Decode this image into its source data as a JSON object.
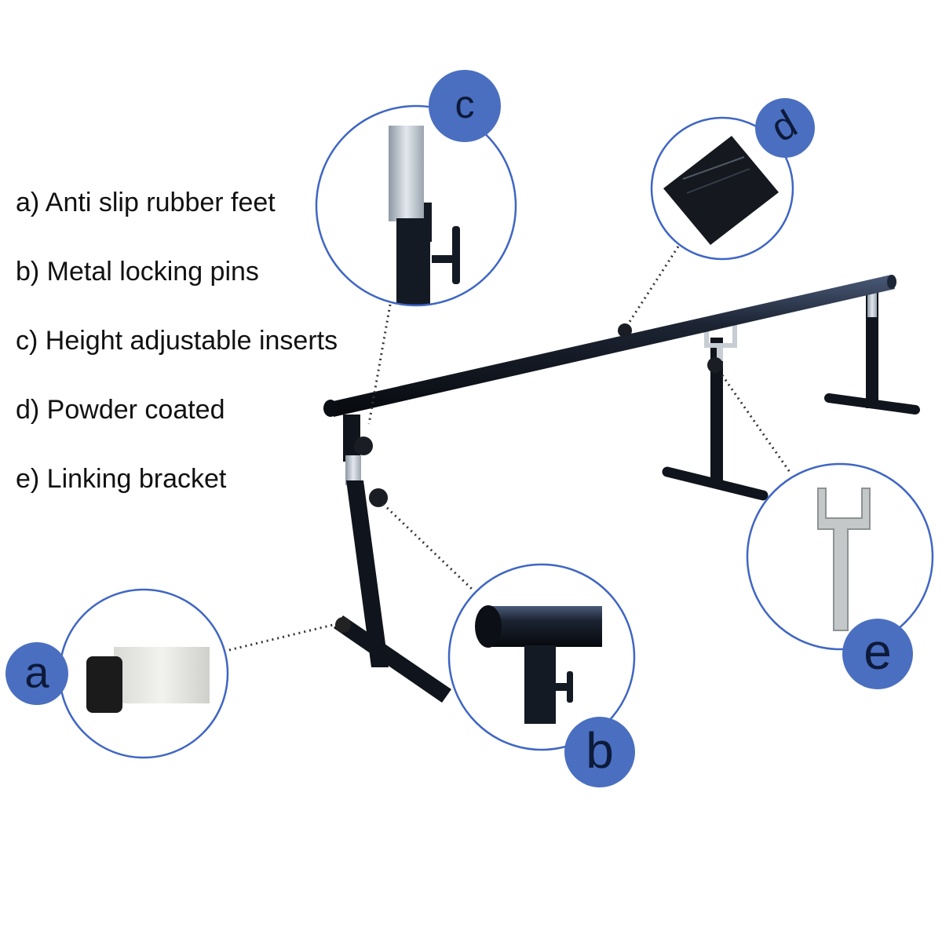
{
  "features": [
    {
      "letter": "a",
      "text": "a) Anti slip rubber feet"
    },
    {
      "letter": "b",
      "text": "b) Metal locking pins"
    },
    {
      "letter": "c",
      "text": "c) Height adjustable inserts"
    },
    {
      "letter": "d",
      "text": "d) Powder coated"
    },
    {
      "letter": "e",
      "text": "e) Linking bracket"
    }
  ],
  "badges": {
    "a": "a",
    "b": "b",
    "c": "c",
    "d": "d",
    "e": "e"
  },
  "colors": {
    "badge_fill": "#4a6fc0",
    "callout_ring": "#3f66c4",
    "frame": "#141a24",
    "steel": "#b9c2cc",
    "rubber_cap": "#1b1b1b"
  }
}
